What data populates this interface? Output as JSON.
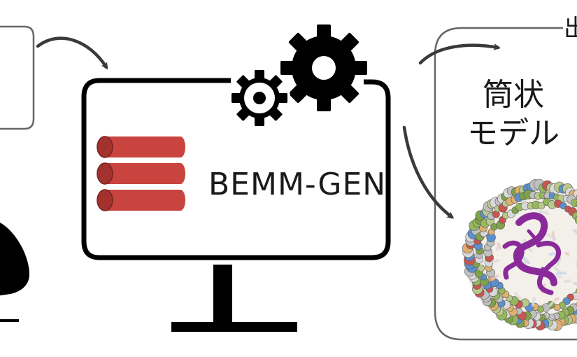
{
  "software": {
    "name": "BEMM-GEN"
  },
  "output_panel": {
    "title_fragment": "出",
    "model_label_line1": "筒状",
    "model_label_line2": "モデル"
  },
  "colors": {
    "cylinder_fill": "#c9443f",
    "cylinder_dark": "#8e2a27",
    "outline": "#111111",
    "panel_border": "#666666",
    "protein": "#8a2a9a"
  },
  "icons": {
    "left_partial_box": "input-box",
    "left_partial_shape": "input-shape",
    "gear_large": "gear-icon",
    "gear_small": "gear-icon",
    "cylinders": "cylinder-stack-icon",
    "monitor": "monitor-icon",
    "model_render": "cylindrical-model-render"
  }
}
